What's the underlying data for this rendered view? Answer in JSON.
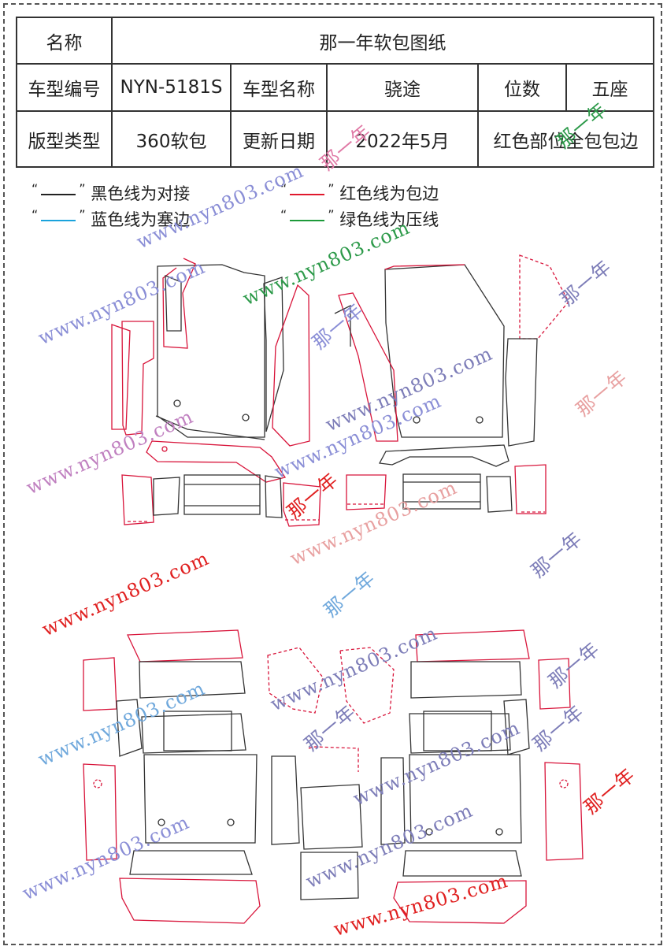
{
  "spec_table": {
    "name_label": "名称",
    "name_value": "那一年软包图纸",
    "model_no_label": "车型编号",
    "model_no_value": "NYN-5181S",
    "model_name_label": "车型名称",
    "model_name_value": "骁途",
    "seats_label": "位数",
    "seats_value": "五座",
    "pattern_type_label": "版型类型",
    "pattern_type_value": "360软包",
    "update_label": "更新日期",
    "update_value": "2022年5月",
    "note_value": "红色部位全包包边"
  },
  "legend": {
    "open_quote": "“",
    "close_quote": "”",
    "black": {
      "text": "黑色线为对接",
      "color": "#222222"
    },
    "red": {
      "text": "红色线为包边",
      "color": "#e0182d"
    },
    "blue": {
      "text": "蓝色线为塞边",
      "color": "#1aa3dc"
    },
    "green": {
      "text": "绿色线为压线",
      "color": "#1d9a3a"
    }
  },
  "watermarks": {
    "url": "www.nyn803.com",
    "brand": "那一年",
    "colors": [
      "#8a8ed6",
      "#e07aa6",
      "#2d9a4a",
      "#e02020",
      "#6fa8dc",
      "#7d7db8",
      "#e8a0a0"
    ]
  },
  "colors": {
    "outline": "#333333",
    "edge_red": "#d8143a"
  }
}
